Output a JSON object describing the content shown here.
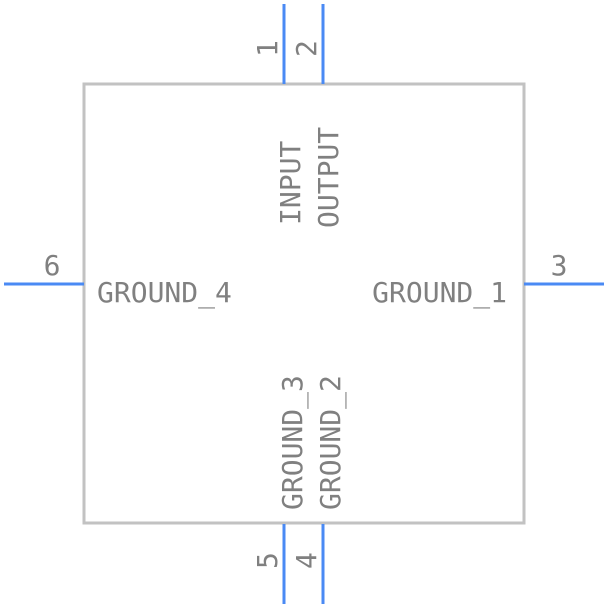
{
  "colors": {
    "pin_line": "#4a8af4",
    "body_outline": "#c2c2c2",
    "text": "#808080",
    "background": "#ffffff"
  },
  "pins": [
    {
      "number": "1",
      "name": "INPUT",
      "side": "top"
    },
    {
      "number": "2",
      "name": "OUTPUT",
      "side": "top"
    },
    {
      "number": "3",
      "name": "GROUND_1",
      "side": "right"
    },
    {
      "number": "4",
      "name": "GROUND_2",
      "side": "bottom"
    },
    {
      "number": "5",
      "name": "GROUND_3",
      "side": "bottom"
    },
    {
      "number": "6",
      "name": "GROUND_4",
      "side": "left"
    }
  ]
}
